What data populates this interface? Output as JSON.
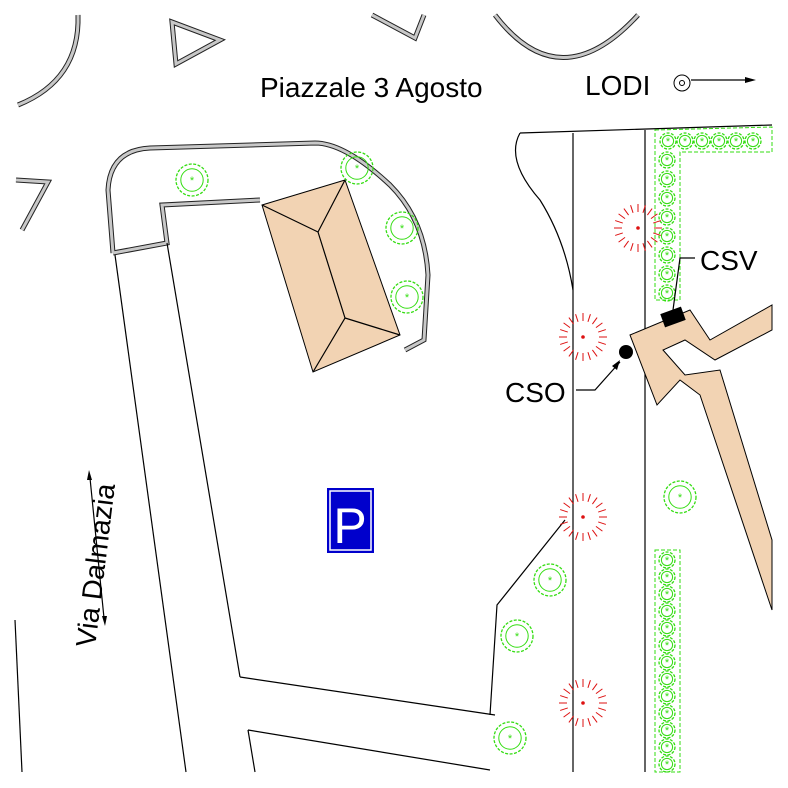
{
  "labels": {
    "square": "Piazzale 3 Agosto",
    "lodi": "LODI",
    "street": "Via Dalmazia",
    "csv": "CSV",
    "cso": "CSO",
    "parking": "P"
  },
  "colors": {
    "roof": "#f2d3b3",
    "sidewalk": "#f2d3b3",
    "green": "#33dd11",
    "red_tree": "#dd1111",
    "parking_blue": "#0000cc"
  }
}
